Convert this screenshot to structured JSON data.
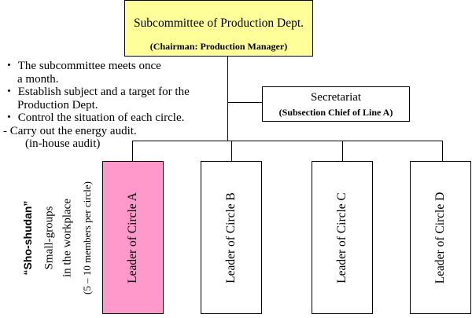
{
  "colors": {
    "top_box_fill": "#ffff99",
    "circle_a_fill": "#ff99cc",
    "line": "#000000"
  },
  "subcommittee": {
    "title": "Subcommittee of Production Dept.",
    "chairman": "(Chairman: Production Manager)"
  },
  "notes": [
    "・ The subcommittee meets once",
    "a month.",
    "・ Establish subject and a target for the",
    "Production Dept.",
    "・ Control the situation of each circle.",
    "- Carry out the energy audit.",
    "(in-house audit)"
  ],
  "secretariat": {
    "title": "Secretariat",
    "subtitle": "(Subsection Chief of Line A)"
  },
  "side_label": {
    "name": "“Sho-shudan”",
    "line1": "Small-groups",
    "line2": "in the workplace",
    "line3": "(5 – 10 members per circle)"
  },
  "circles": [
    {
      "label": "Leader of Circle A"
    },
    {
      "label": "Leader of Circle B"
    },
    {
      "label": "Leader of Circle C"
    },
    {
      "label": "Leader of  Circle D"
    }
  ]
}
